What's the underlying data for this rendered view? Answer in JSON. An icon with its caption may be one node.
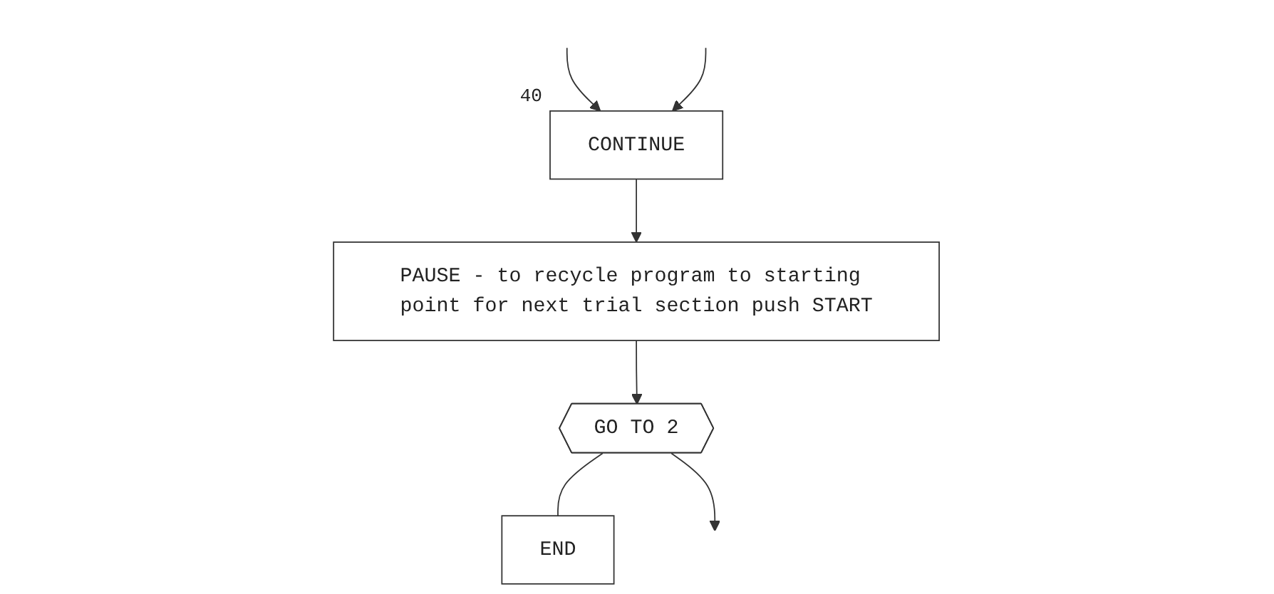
{
  "diagram": {
    "nodes": [
      {
        "text": [
          "CONTINUE"
        ],
        "beside": [
          "40"
        ]
      },
      {
        "text": [
          "PAUSE - to recycle program to starting point for next trial section push START"
        ]
      },
      {
        "text": [
          "GO TO 2"
        ]
      },
      {
        "text": [
          "END"
        ]
      }
    ],
    "edges": [
      {
        "from": null,
        "to": 0,
        "arrow": "to"
      },
      {
        "from": null,
        "to": 0,
        "arrow": "to"
      },
      {
        "from": 0,
        "to": 1,
        "arrow": "to"
      },
      {
        "from": 1,
        "to": 2,
        "arrow": "to"
      },
      {
        "from": 2,
        "to": 3,
        "arrow": "none"
      },
      {
        "from": 2,
        "to": null,
        "arrow": "to"
      }
    ]
  }
}
